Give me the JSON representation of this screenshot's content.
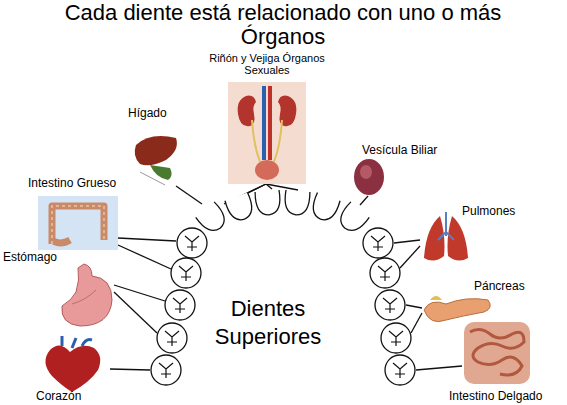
{
  "diagram": {
    "title": "Cada diente está relacionado con uno o más Órganos",
    "labels": [
      "Riñón y Vejiga Órganos Sexuales",
      "Hígado",
      "Vesícula Biliar",
      "Intestino Grueso",
      "Pulmones",
      "Estómago",
      "Dientes Superiores",
      "Páncreas",
      "Corazón",
      "Intestino Delgado"
    ]
  }
}
